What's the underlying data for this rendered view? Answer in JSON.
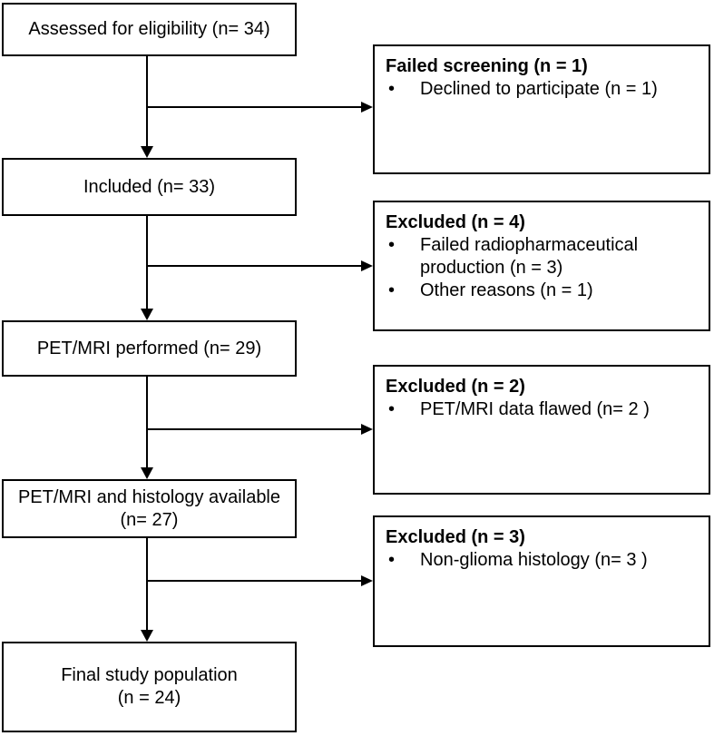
{
  "diagram": {
    "type": "study-flow-chart",
    "colors": {
      "background": "#ffffff",
      "border": "#000000",
      "text": "#000000",
      "line": "#000000"
    },
    "main_boxes": [
      {
        "label": "Assessed for eligibility (n= 34)"
      },
      {
        "label": "Included (n= 33)"
      },
      {
        "label": "PET/MRI performed (n= 29)"
      },
      {
        "label": "PET/MRI and histology available\n(n= 27)"
      },
      {
        "label": "Final study population\n(n = 24)"
      }
    ],
    "side_boxes": [
      {
        "title": "Failed screening (n = 1)",
        "items": [
          "Declined to participate (n = 1)"
        ]
      },
      {
        "title": "Excluded (n = 4)",
        "items": [
          "Failed radiopharmaceutical production (n = 3)",
          "Other reasons (n = 1)"
        ]
      },
      {
        "title": "Excluded (n = 2)",
        "items": [
          "PET/MRI data flawed (n= 2 )"
        ]
      },
      {
        "title": "Excluded (n = 3)",
        "items": [
          "Non-glioma histology (n= 3 )"
        ]
      }
    ]
  }
}
